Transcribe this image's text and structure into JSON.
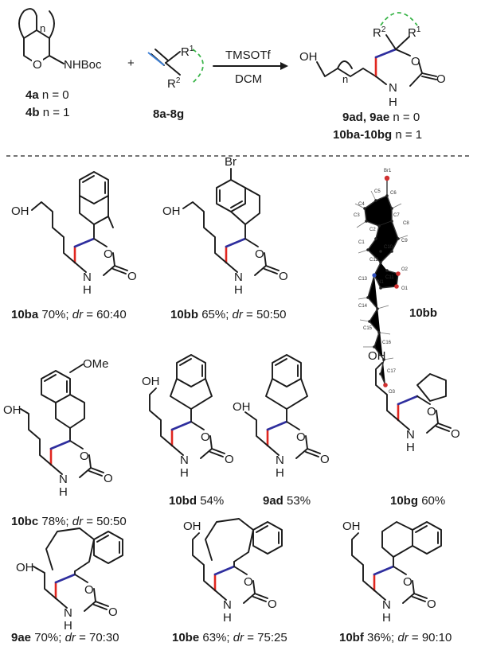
{
  "scheme": {
    "reagent1": {
      "atoms": {
        "O": "O",
        "NHBoc": "NHBoc",
        "n": "n"
      },
      "labels": [
        {
          "id": "4a",
          "text": "n = 0"
        },
        {
          "id": "4b",
          "text": "n = 1"
        }
      ]
    },
    "plus": "+",
    "reagent2": {
      "atoms": {
        "R1": "R",
        "R1_sup": "1",
        "R2": "R",
        "R2_sup": "2"
      },
      "label": "8a-8g"
    },
    "conditions": {
      "above": "TMSOTf",
      "below": "DCM"
    },
    "product": {
      "atoms": {
        "OH": "OH",
        "O": "O",
        "O2": "O",
        "H": "H",
        "N": "N",
        "n": "n",
        "R1": "R",
        "R1_sup": "1",
        "R2": "R",
        "R2_sup": "2"
      },
      "labels": [
        {
          "id": "9ad, 9ae",
          "text": "n = 0"
        },
        {
          "id": "10ba-10bg",
          "text": "n = 1"
        }
      ]
    }
  },
  "xray": {
    "label": "10bb",
    "atoms": [
      "Br1",
      "C5",
      "C6",
      "C4",
      "C3",
      "C7",
      "C8",
      "C2",
      "C9",
      "C1",
      "C10",
      "C12",
      "O2",
      "C11",
      "O1",
      "C13",
      "N1",
      "C14",
      "C15",
      "C16",
      "C17",
      "O3"
    ]
  },
  "common_atoms": {
    "OH": "OH",
    "O": "O",
    "N": "N",
    "H": "H",
    "Br": "Br",
    "OMe": "OMe"
  },
  "entries": [
    {
      "id": "10ba",
      "text": "70%; ",
      "dr": "dr",
      "dr_text": " = 60:40"
    },
    {
      "id": "10bb",
      "text": "65%; ",
      "dr": "dr",
      "dr_text": " = 50:50"
    },
    {
      "id": "10bc",
      "text": "78%; ",
      "dr": "dr",
      "dr_text": " = 50:50"
    },
    {
      "id": "10bd",
      "text": "54%"
    },
    {
      "id": "9ad",
      "text": "53%"
    },
    {
      "id": "10bg",
      "text": "60%"
    },
    {
      "id": "9ae",
      "text": "70%; ",
      "dr": "dr",
      "dr_text": " = 70:30"
    },
    {
      "id": "10be",
      "text": "63%; ",
      "dr": "dr",
      "dr_text": " = 75:25"
    },
    {
      "id": "10bf",
      "text": "36%; ",
      "dr": "dr",
      "dr_text": " = 90:10"
    }
  ]
}
